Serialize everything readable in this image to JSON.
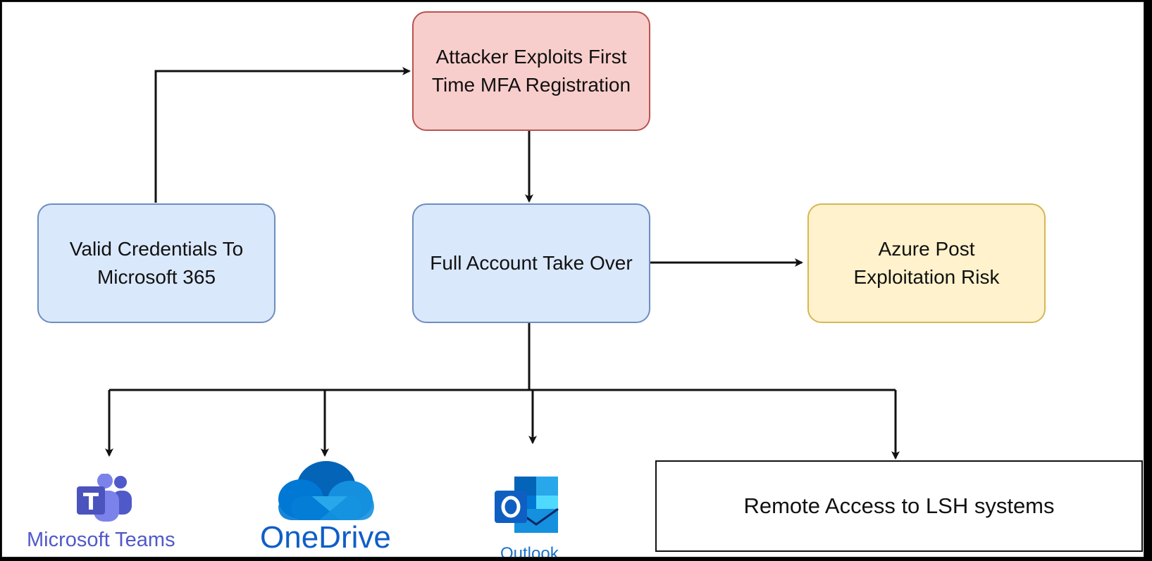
{
  "nodes": {
    "attacker": "Attacker Exploits First Time MFA Registration",
    "credentials": "Valid Credentials To Microsoft 365",
    "takeover": "Full Account Take Over",
    "azure": "Azure Post Exploitation Risk",
    "remote": "Remote Access to LSH systems"
  },
  "logos": {
    "teams": {
      "icon": "microsoft-teams-icon",
      "label": "Microsoft Teams",
      "color": "#5059c9"
    },
    "onedrive": {
      "icon": "onedrive-cloud-icon",
      "label": "OneDrive",
      "color": "#0f5ec7"
    },
    "outlook": {
      "icon": "outlook-icon",
      "label": "Outlook",
      "color": "#1a73c8"
    }
  },
  "colors": {
    "blue_fill": "#dae8fc",
    "blue_stroke": "#6c8ebf",
    "red_fill": "#f8cecc",
    "red_stroke": "#b85450",
    "yellow_fill": "#fff2cc",
    "yellow_stroke": "#d6b656"
  }
}
